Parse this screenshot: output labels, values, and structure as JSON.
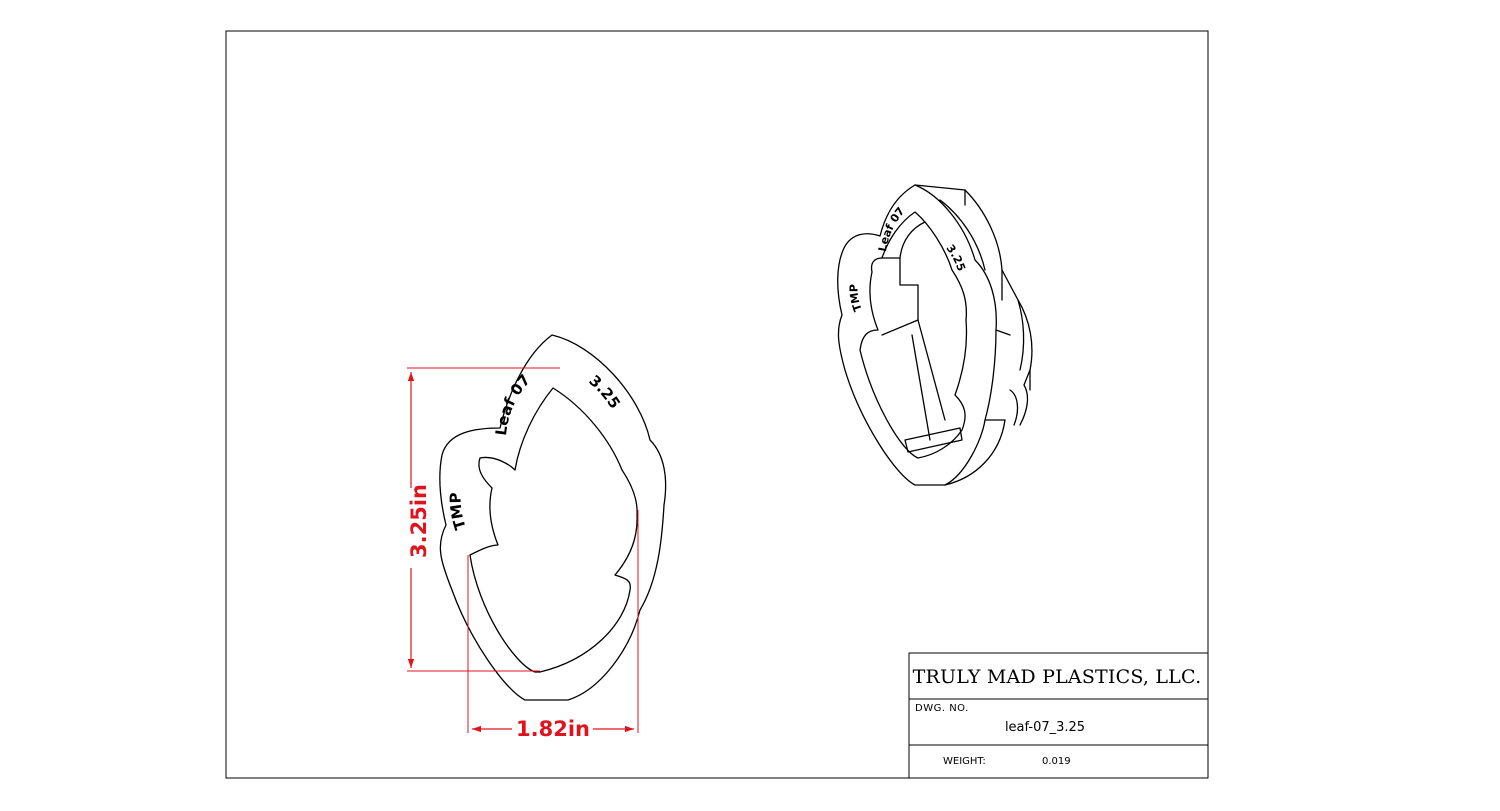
{
  "part_marking": {
    "brand": "TMP",
    "shape": "Leaf 07",
    "size": "3.25"
  },
  "dimensions": {
    "height": "3.25in",
    "width": "1.82in",
    "color": "#e0141e"
  },
  "title_block": {
    "company": "TRULY MAD PLASTICS, LLC.",
    "dwg_no_label": "DWG.  NO.",
    "dwg_no_value": "leaf-07_3.25",
    "weight_label": "WEIGHT:",
    "weight_value": "0.019"
  }
}
